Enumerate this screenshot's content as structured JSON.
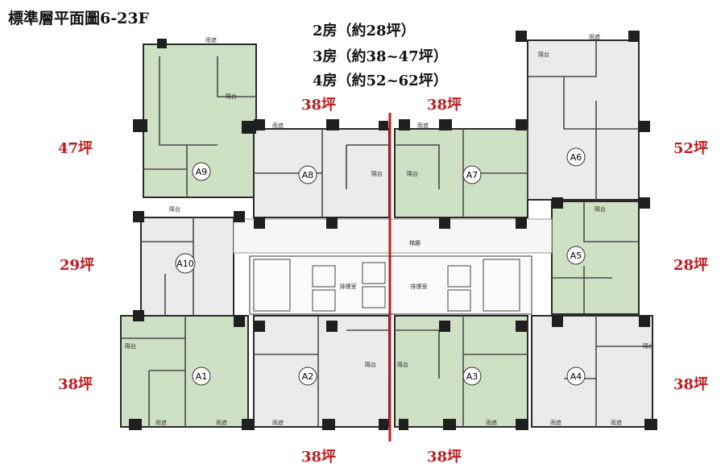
{
  "title": "標準層平面圖6-23F",
  "legend": [
    "2房（約28坪）",
    "3房（約38~47坪）",
    "4房（約52~62坪）"
  ],
  "colors": {
    "green": "#cfe1c4",
    "grey": "#ebebeb",
    "wall": "#2a2a2a",
    "accent": "#c0191d",
    "divider": "#c61b1b"
  },
  "units": [
    {
      "id": "A1",
      "size": "38坪",
      "color": "green"
    },
    {
      "id": "A2",
      "size": "38坪",
      "color": "grey"
    },
    {
      "id": "A3",
      "size": "38坪",
      "color": "green"
    },
    {
      "id": "A4",
      "size": "38坪",
      "color": "grey"
    },
    {
      "id": "A5",
      "size": "28坪",
      "color": "green"
    },
    {
      "id": "A6",
      "size": "52坪",
      "color": "grey"
    },
    {
      "id": "A7",
      "size": "38坪",
      "color": "green"
    },
    {
      "id": "A8",
      "size": "38坪",
      "color": "grey"
    },
    {
      "id": "A9",
      "size": "47坪",
      "color": "green"
    },
    {
      "id": "A10",
      "size": "29坪",
      "color": "grey"
    }
  ],
  "room_labels": {
    "balcony": "陽台",
    "rain_cover": "雨遮",
    "lobby": "梯廳",
    "smoke_room": "排煙室"
  }
}
